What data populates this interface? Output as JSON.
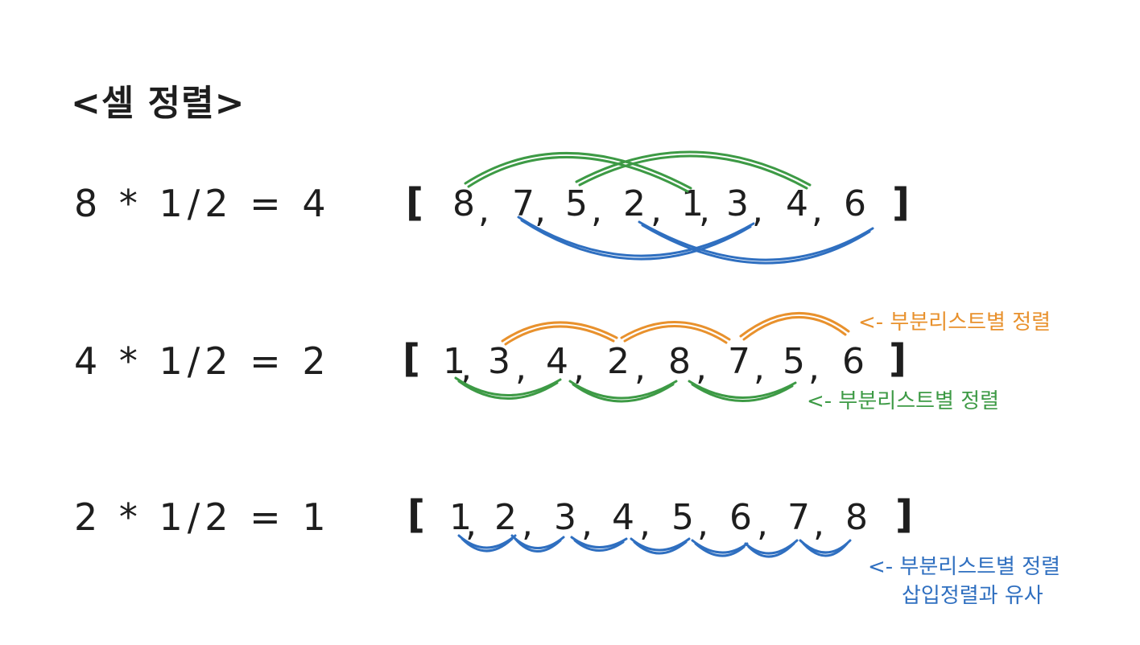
{
  "title": "<셀 정렬>",
  "rows": [
    {
      "formula": "8 * 1/2 = 4",
      "values": [
        "8",
        "7",
        "5",
        "2",
        "1",
        "3",
        "4",
        "6"
      ]
    },
    {
      "formula": "4 * 1/2 = 2",
      "values": [
        "1",
        "3",
        "4",
        "2",
        "8",
        "7",
        "5",
        "6"
      ]
    },
    {
      "formula": "2 * 1/2 = 1",
      "values": [
        "1",
        "2",
        "3",
        "4",
        "5",
        "6",
        "7",
        "8"
      ]
    }
  ],
  "notes": {
    "orange": "<- 부분리스트별 정렬",
    "green": "<- 부분리스트별 정렬",
    "blue_line1": "<- 부분리스트별 정렬",
    "blue_line2": "삽입정렬과 유사"
  },
  "colors": {
    "green": "#3d9a45",
    "blue": "#2f6fc0",
    "orange": "#e8912d",
    "ink": "#1e1e1e"
  }
}
